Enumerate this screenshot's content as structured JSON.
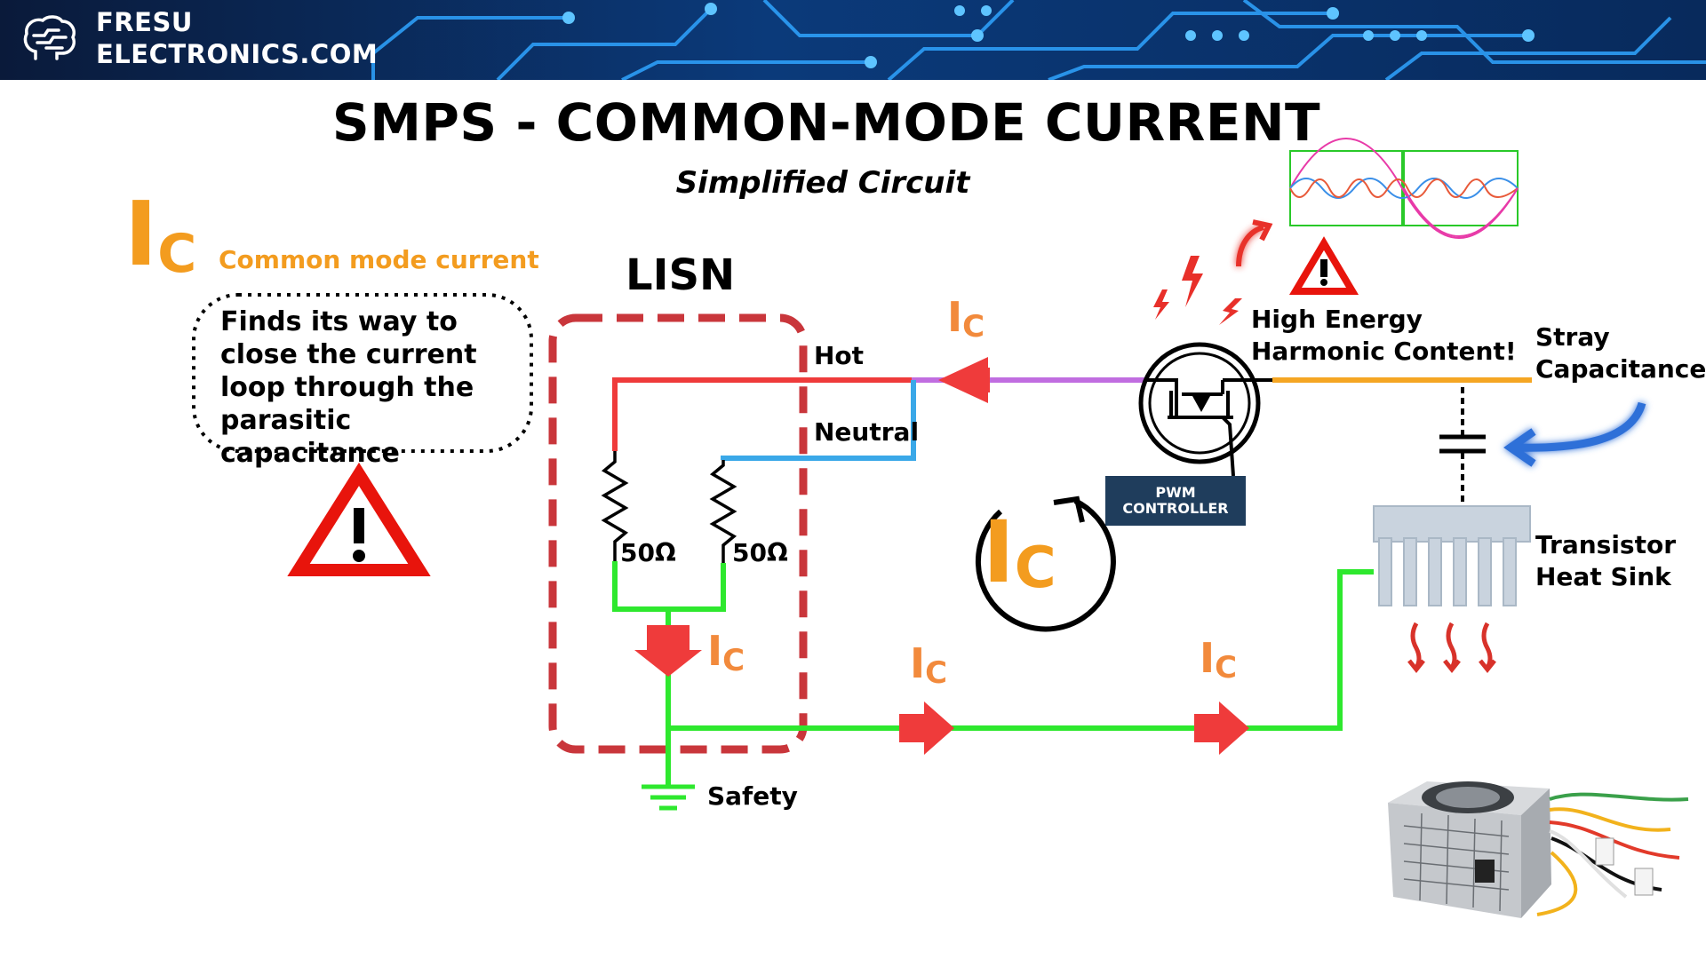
{
  "header": {
    "brand_line1": "FRESU",
    "brand_line2": "ELECTRONICS.COM"
  },
  "title": "SMPS - COMMON-MODE CURRENT",
  "subtitle": "Simplified Circuit",
  "legend": {
    "symbol": "I",
    "subscript": "C",
    "text": "Common mode current"
  },
  "note": {
    "line1": "Finds its way to",
    "line2": "close the current",
    "line3": "loop through the",
    "line4": "parasitic capacitance"
  },
  "lisn": {
    "label": "LISN",
    "hot_label": "Hot",
    "neutral_label": "Neutral",
    "resistor1": "50Ω",
    "resistor2": "50Ω",
    "ground_label": "Safety"
  },
  "current_labels": {
    "symbol": "I",
    "subscript": "C"
  },
  "transistor": {
    "harmonic_line1": "High Energy",
    "harmonic_line2": "Harmonic Content!",
    "controller_line1": "PWM",
    "controller_line2": "CONTROLLER"
  },
  "stray": {
    "line1": "Stray",
    "line2": "Capacitance"
  },
  "heatsink": {
    "line1": "Transistor",
    "line2": "Heat Sink"
  },
  "colors": {
    "hot_wire": "#ef3b3b",
    "neutral_wire": "#3aa8e8",
    "safety_wire": "#2ee82e",
    "switch_wire": "#c06de0",
    "stray_wire": "#f5a623",
    "current_label": "#f28a3c",
    "arrow": "#ef3b3b",
    "lisn_border": "#c9363b",
    "controller_box": "#1f3d5c",
    "banner": "#082a5c"
  },
  "icons": [
    "brain-logo-icon",
    "warning-icon",
    "lightning-icon",
    "loop-arrow-icon",
    "mosfet-icon",
    "capacitor-icon",
    "heat-sink-icon",
    "waveform-icon",
    "power-supply-icon",
    "ground-icon",
    "resistor-icon"
  ]
}
